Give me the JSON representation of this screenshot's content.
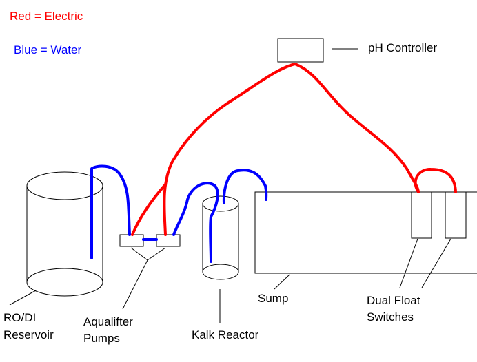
{
  "legend": {
    "electric": "Red = Electric",
    "water": "Blue = Water"
  },
  "labels": {
    "ph_controller": "pH Controller",
    "rodi_line1": "RO/DI",
    "rodi_line2": "Reservoir",
    "aqualifter_line1": "Aqualifter",
    "aqualifter_line2": "Pumps",
    "kalk_reactor": "Kalk Reactor",
    "sump": "Sump",
    "float_line1": "Dual Float",
    "float_line2": "Switches"
  },
  "colors": {
    "electric": "#ff0000",
    "water": "#0000ff",
    "outline": "#000000"
  }
}
